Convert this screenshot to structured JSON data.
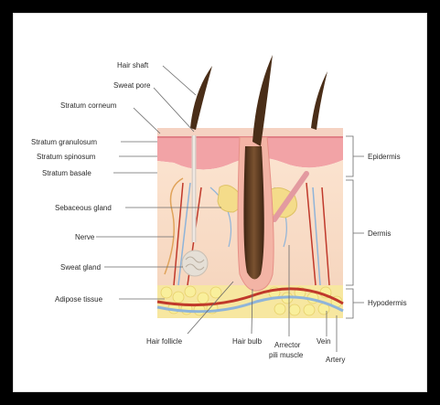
{
  "labels": {
    "hair_shaft": "Hair shaft",
    "sweat_pore": "Sweat pore",
    "stratum_corneum": "Stratum corneum",
    "stratum_granulosum": "Stratum granulosum",
    "stratum_spinosum": "Stratum spinosum",
    "stratum_basale": "Stratum basale",
    "sebaceous_gland": "Sebaceous gland",
    "nerve": "Nerve",
    "sweat_gland": "Sweat gland",
    "adipose_tissue": "Adipose tissue",
    "hair_follicle": "Hair follicle",
    "hair_bulb": "Hair bulb",
    "arrector_line1": "Arrector",
    "arrector_line2": "pili muscle",
    "vein": "Vein",
    "artery": "Artery",
    "epidermis": "Epidermis",
    "dermis": "Dermis",
    "hypodermis": "Hypodermis"
  },
  "colors": {
    "frame": "#000000",
    "epidermis": "#f2a3a6",
    "dermis": "#f8dcc8",
    "hypodermis": "#f7e7a0",
    "hair": "#5a3a22",
    "vein": "#8fb4d9",
    "artery": "#c0392b",
    "nerve": "#e0a35a"
  }
}
